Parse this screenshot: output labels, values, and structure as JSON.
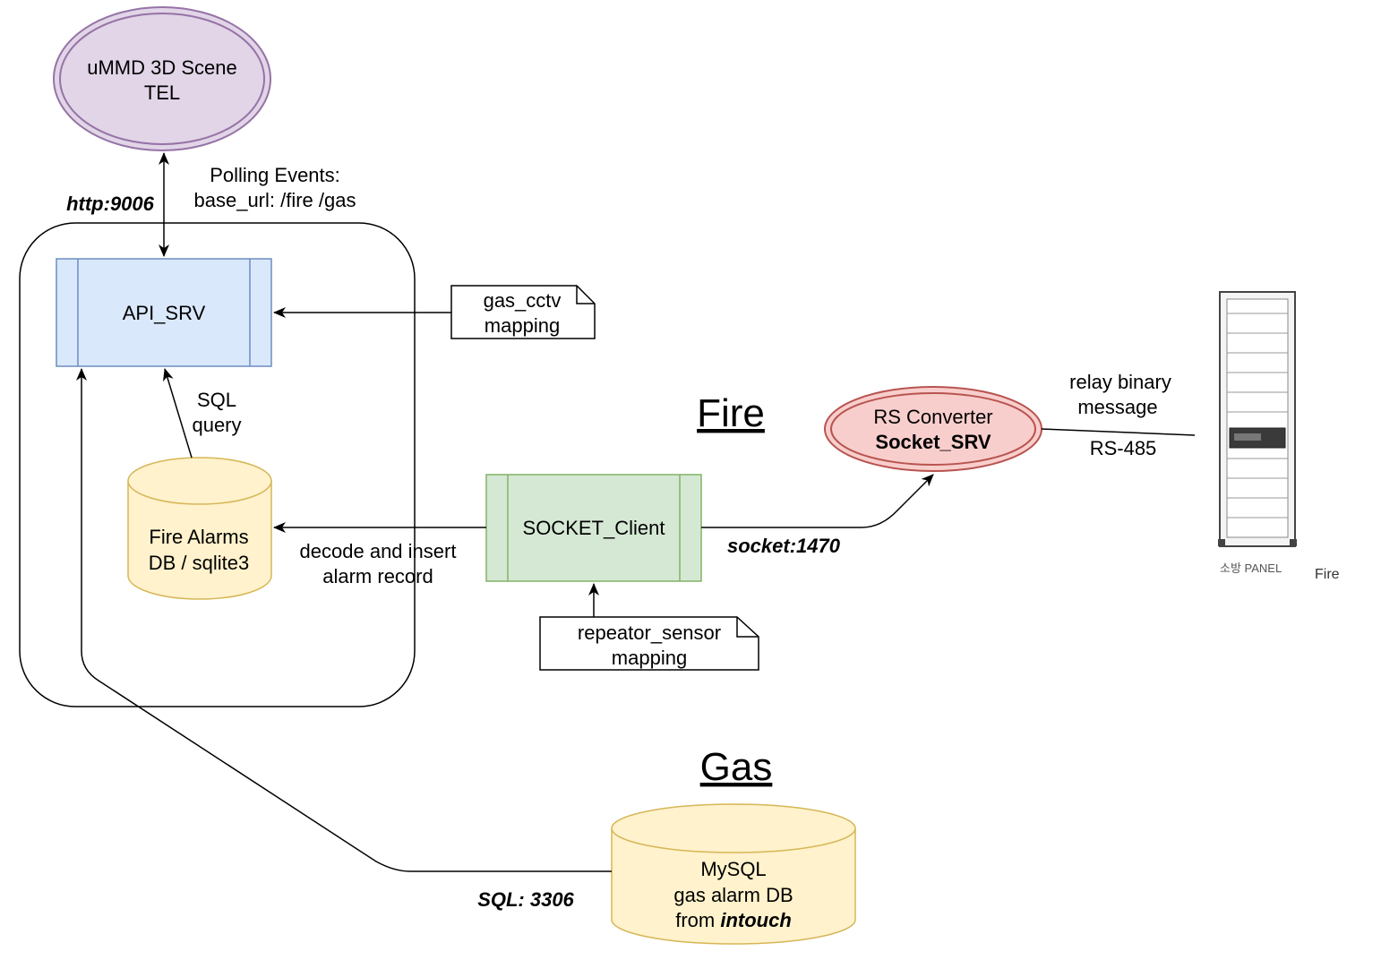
{
  "nodes": {
    "ummd": {
      "line1": "uMMD 3D Scene",
      "line2": "TEL"
    },
    "api": {
      "label": "API_SRV"
    },
    "fire_db": {
      "line1": "Fire Alarms",
      "line2": "DB / sqlite3"
    },
    "socket_client": {
      "label": "SOCKET_Client"
    },
    "rs_converter": {
      "line1": "RS Converter",
      "line2": "Socket_SRV"
    },
    "mysql": {
      "line1": "MySQL",
      "line2": "gas alarm DB",
      "line3_prefix": "from ",
      "line3_emph": "intouch"
    },
    "panel": {
      "caption": "소방 PANEL",
      "tag": "Fire"
    }
  },
  "notes": {
    "gas_cctv": {
      "line1": "gas_cctv",
      "line2": "mapping"
    },
    "repeator_sensor": {
      "line1": "repeator_sensor",
      "line2": "mapping"
    }
  },
  "labels": {
    "polling_line1": "Polling Events:",
    "polling_line2": "base_url:  /fire  /gas",
    "http_port": "http:9006",
    "sql_query_line1": "SQL",
    "sql_query_line2": "query",
    "decode_line1": "decode and insert",
    "decode_line2": "alarm record",
    "socket_port": "socket:1470",
    "relay_line1": "relay binary",
    "relay_line2": "message",
    "rs485": "RS-485",
    "sql_port": "SQL: 3306"
  },
  "sections": {
    "fire": "Fire",
    "gas": "Gas"
  },
  "colors": {
    "ummd_fill": "#e1d5e7",
    "ummd_stroke": "#9673a6",
    "api_fill": "#dae8fc",
    "api_stroke": "#6c8ebf",
    "db_fill": "#fff2cc",
    "db_stroke": "#d6b656",
    "client_fill": "#d5e8d4",
    "client_stroke": "#82b366",
    "rs_fill": "#f8cecc",
    "rs_stroke": "#b85450"
  }
}
